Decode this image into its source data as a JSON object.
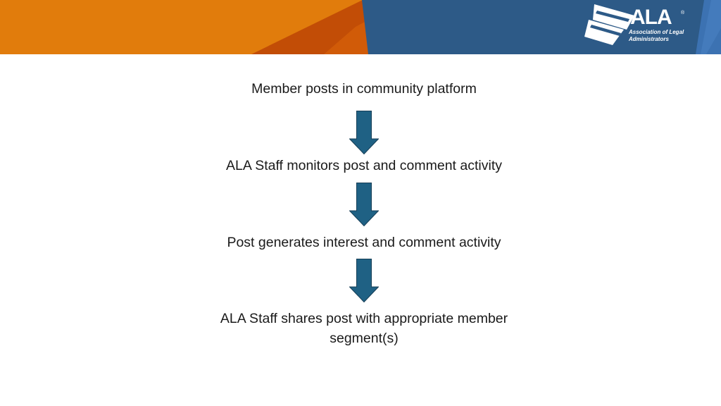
{
  "header": {
    "logo": {
      "wordmark": "ALA",
      "registered": "®",
      "subtitle": "Association of Legal\nAdministrators"
    },
    "colors": {
      "orange": "#e17c0c",
      "orange_dark": "#c24d06",
      "blue": "#2d5a87",
      "blue_light": "#3c72b2"
    }
  },
  "flow": {
    "steps": [
      {
        "label": "Member posts in community platform"
      },
      {
        "label": "ALA Staff monitors post and comment activity"
      },
      {
        "label": "Post generates interest and comment activity"
      },
      {
        "label": "ALA Staff shares post with appropriate member segment(s)"
      }
    ],
    "arrow_color": "#1f6184",
    "arrow_stroke": "#173f57"
  }
}
